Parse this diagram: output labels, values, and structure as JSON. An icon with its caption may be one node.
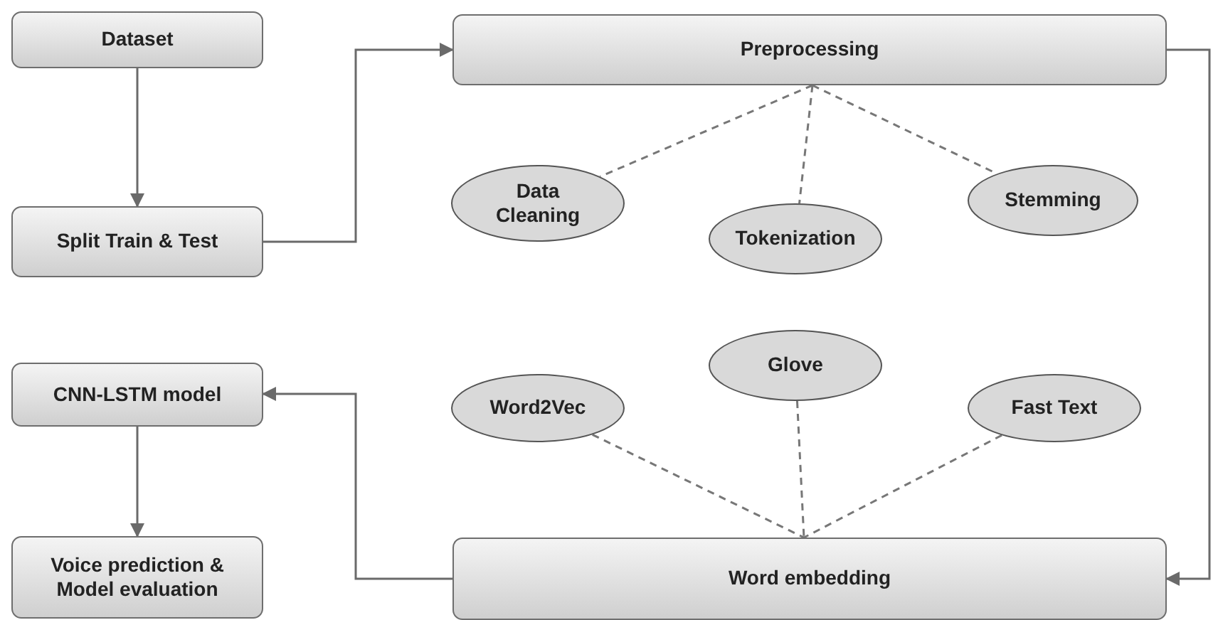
{
  "diagram": {
    "nodes": [
      {
        "text": [
          "Dataset"
        ]
      },
      {
        "text": [
          "Split Train & Test"
        ]
      },
      {
        "text": [
          "Preprocessing"
        ]
      },
      {
        "text": [
          "Data Cleaning"
        ]
      },
      {
        "text": [
          "Tokenization"
        ]
      },
      {
        "text": [
          "Stemming"
        ]
      },
      {
        "text": [
          "CNN-LSTM model"
        ]
      },
      {
        "text": [
          "Word2Vec"
        ]
      },
      {
        "text": [
          "Glove"
        ]
      },
      {
        "text": [
          "Fast Text"
        ]
      },
      {
        "text": [
          "Voice prediction & Model evaluation"
        ]
      },
      {
        "text": [
          "Word embedding"
        ]
      }
    ],
    "edges": [
      {
        "from": 0,
        "to": 1,
        "arrow": "to"
      },
      {
        "from": 1,
        "to": 2,
        "arrow": "to"
      },
      {
        "from": 2,
        "to": 3,
        "arrow": "none",
        "style": "dashed"
      },
      {
        "from": 2,
        "to": 4,
        "arrow": "none",
        "style": "dashed"
      },
      {
        "from": 2,
        "to": 5,
        "arrow": "none",
        "style": "dashed"
      },
      {
        "from": 2,
        "to": 11,
        "arrow": "to"
      },
      {
        "from": 7,
        "to": 11,
        "arrow": "none",
        "style": "dashed"
      },
      {
        "from": 8,
        "to": 11,
        "arrow": "none",
        "style": "dashed"
      },
      {
        "from": 9,
        "to": 11,
        "arrow": "none",
        "style": "dashed"
      },
      {
        "from": 11,
        "to": 6,
        "arrow": "to"
      },
      {
        "from": 6,
        "to": 10,
        "arrow": "to"
      }
    ]
  }
}
